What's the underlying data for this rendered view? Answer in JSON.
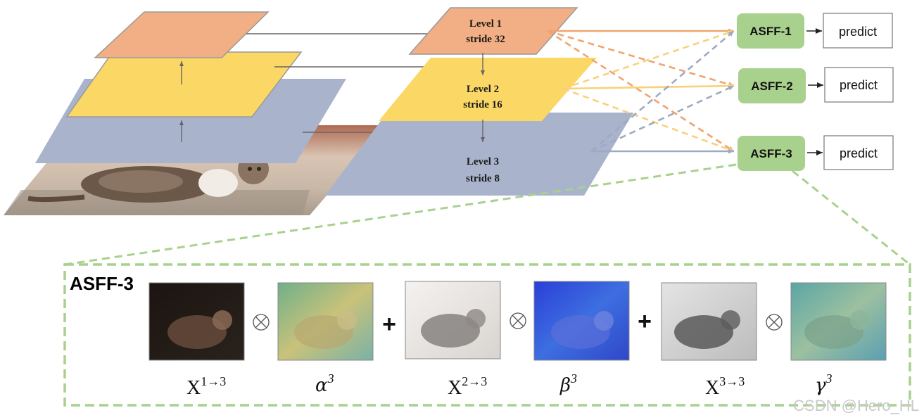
{
  "colors": {
    "orange": "#F2AE84",
    "yellow": "#FBD766",
    "blue": "#A9B3CB",
    "green": "#A9D18E",
    "dashed_green": "#A9D18E",
    "arrow_gray": "#666666"
  },
  "levels": [
    {
      "name": "Level 1",
      "stride": "stride 32"
    },
    {
      "name": "Level 2",
      "stride": "stride 16"
    },
    {
      "name": "Level 3",
      "stride": "stride 8"
    }
  ],
  "asff_blocks": [
    "ASFF-1",
    "ASFF-2",
    "ASFF-3"
  ],
  "predict_label": "predict",
  "detail": {
    "title": "ASFF-3",
    "operators": [
      "⊗",
      "+",
      "⊗",
      "+",
      "⊗"
    ],
    "labels": [
      {
        "base": "X",
        "sup": "1→3"
      },
      {
        "base": "α",
        "sup": "3"
      },
      {
        "base": "X",
        "sup": "2→3"
      },
      {
        "base": "β",
        "sup": "3"
      },
      {
        "base": "X",
        "sup": "3→3"
      },
      {
        "base": "γ",
        "sup": "3"
      }
    ]
  },
  "credit": "CSDN @Hero_HL"
}
